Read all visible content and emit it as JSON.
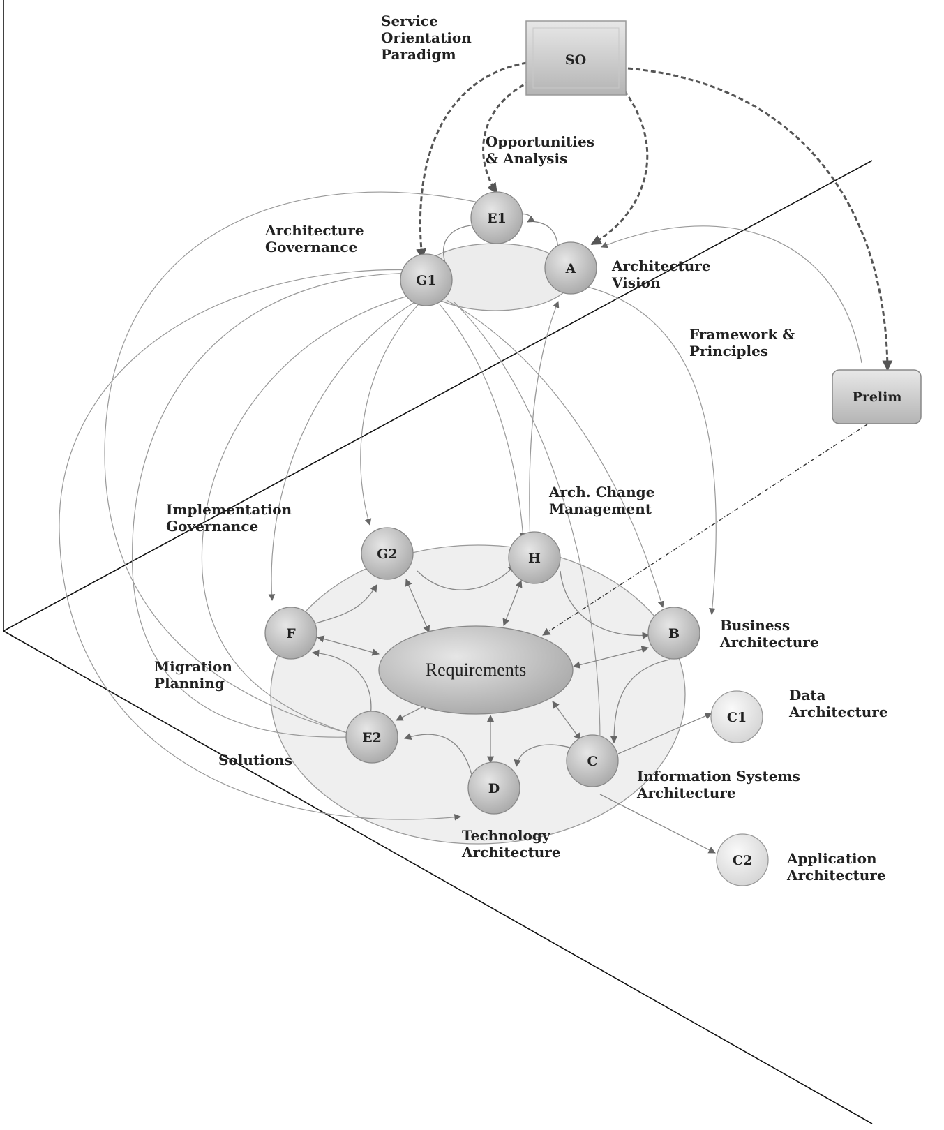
{
  "labels": {
    "so_title": [
      "Service",
      "Orientation",
      "Paradigm"
    ],
    "opportunities": [
      "Opportunities",
      "& Analysis"
    ],
    "arch_governance": [
      "Architecture",
      "Governance"
    ],
    "arch_vision": [
      "Architecture",
      "Vision"
    ],
    "framework": [
      "Framework &",
      "Principles"
    ],
    "impl_governance": [
      "Implementation",
      "Governance"
    ],
    "arch_change": [
      "Arch. Change",
      "Management"
    ],
    "business": [
      "Business",
      "Architecture"
    ],
    "migration": [
      "Migration",
      "Planning"
    ],
    "data": [
      "Data",
      "Architecture"
    ],
    "solutions": "Solutions",
    "info_systems": [
      "Information Systems",
      "Architecture"
    ],
    "technology": [
      "Technology",
      "Architecture"
    ],
    "application": [
      "Application",
      "Architecture"
    ]
  },
  "nodes": {
    "so": "SO",
    "prelim": "Prelim",
    "e1": "E1",
    "g1": "G1",
    "a": "A",
    "g2": "G2",
    "h": "H",
    "f": "F",
    "b": "B",
    "requirements": "Requirements",
    "e2": "E2",
    "c": "C",
    "d": "D",
    "c1": "C1",
    "c2": "C2"
  }
}
